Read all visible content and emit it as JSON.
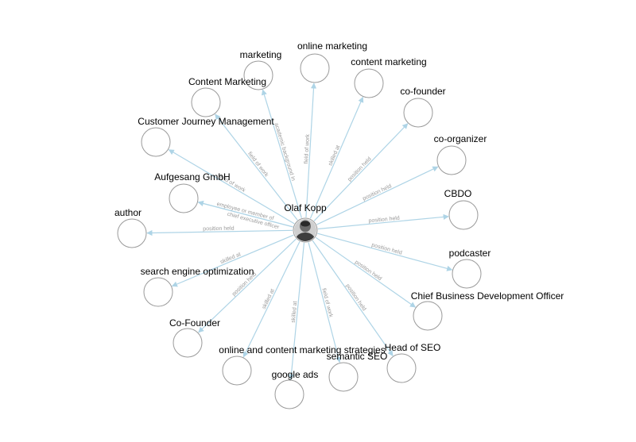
{
  "center": {
    "label": "Olaf Kopp",
    "avatar_icon": "person-photo-icon"
  },
  "colors": {
    "edge": "#aed4e6",
    "node_stroke": "#9a9a9a",
    "edge_label": "#9a9a9a"
  },
  "nodes": [
    {
      "id": "marketing",
      "label": "marketing",
      "relation": "academic background in"
    },
    {
      "id": "online-marketing",
      "label": "online marketing",
      "relation": "field of work"
    },
    {
      "id": "content-marketing",
      "label": "content marketing",
      "relation": "skilled at"
    },
    {
      "id": "co-founder",
      "label": "co-founder",
      "relation": "position held"
    },
    {
      "id": "co-organizer",
      "label": "co-organizer",
      "relation": "position held"
    },
    {
      "id": "cbdo",
      "label": "CBDO",
      "relation": "position held"
    },
    {
      "id": "podcaster",
      "label": "podcaster",
      "relation": "position held"
    },
    {
      "id": "chief-business-development-officer",
      "label": "Chief Business Development Officer",
      "relation": "position held"
    },
    {
      "id": "head-of-seo",
      "label": "Head of SEO",
      "relation": "position held"
    },
    {
      "id": "semantic-seo",
      "label": "semantic SEO",
      "relation": "field of work"
    },
    {
      "id": "google-ads",
      "label": "google ads",
      "relation": "skilled at"
    },
    {
      "id": "online-and-content-marketing-strategies",
      "label": "online and content marketing strategies",
      "relation": "skilled at"
    },
    {
      "id": "co-founder-cap",
      "label": "Co-Founder",
      "relation": "position held"
    },
    {
      "id": "search-engine-optimization",
      "label": "search engine optimization",
      "relation": "skilled at"
    },
    {
      "id": "author",
      "label": "author",
      "relation": "position held"
    },
    {
      "id": "aufgesang-gmbh",
      "label": "Aufgesang GmbH",
      "relation": "employee or member of"
    },
    {
      "id": "chief-executive-officer",
      "label": "",
      "relation": "chief executive officer"
    },
    {
      "id": "customer-journey-management",
      "label": "Customer Journey Management",
      "relation": "field of work"
    },
    {
      "id": "content-marketing-cap",
      "label": "Content Marketing",
      "relation": "field of work"
    }
  ]
}
